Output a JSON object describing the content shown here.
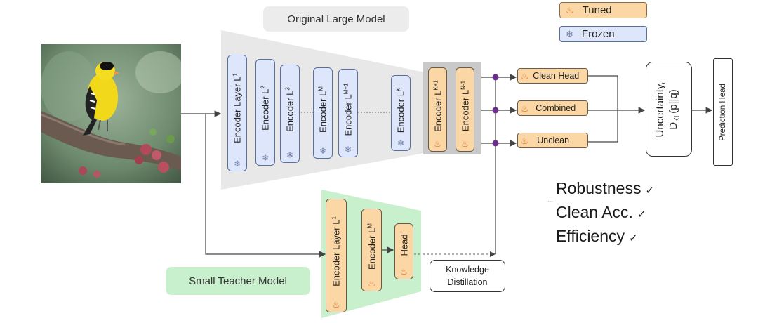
{
  "titles": {
    "large_model": "Original Large Model",
    "teacher_model": "Small Teacher Model"
  },
  "legend": {
    "tuned": "Tuned",
    "frozen": "Frozen"
  },
  "encoders_large": [
    {
      "base": "Encoder Layer  L",
      "sup": "1"
    },
    {
      "base": "Encoder  L",
      "sup": "2"
    },
    {
      "base": "Encoder  L",
      "sup": "3"
    },
    {
      "base": "Encoder  L",
      "sup": "M"
    },
    {
      "base": "Encoder  L",
      "sup": "M+1"
    },
    {
      "base": "Encoder  L",
      "sup": "K"
    }
  ],
  "encoders_tuned": [
    {
      "base": "Encoder L",
      "sup": "K+1"
    },
    {
      "base": "Encoder L",
      "sup": "N-1"
    }
  ],
  "encoders_teacher": [
    {
      "base": "Encoder Layer  L",
      "sup": "1"
    },
    {
      "base": "Encoder L",
      "sup": "M"
    }
  ],
  "teacher_head": "Head",
  "heads": {
    "clean": "Clean Head",
    "combined": "Combined",
    "unclean": "Unclean"
  },
  "uncertainty": {
    "line1": "Uncertainty,",
    "d": "D",
    "sub": "KL",
    "rest": "(p||q)"
  },
  "prediction_head": "Prediction Head",
  "knowledge_distillation": {
    "line1": "Knowledge",
    "line2": "Distillation"
  },
  "benefits": [
    {
      "label": "Robustness",
      "check": "✓"
    },
    {
      "label": "Clean Acc.",
      "check": "✓"
    },
    {
      "label": "Efficiency",
      "check": "✓"
    }
  ],
  "colors": {
    "frozen": "#dde6fb",
    "tuned": "#fbd7a5",
    "teacher_bg": "#c8f0cc",
    "large_bg": "#e8e8e8",
    "node": "#6b2f8a"
  }
}
